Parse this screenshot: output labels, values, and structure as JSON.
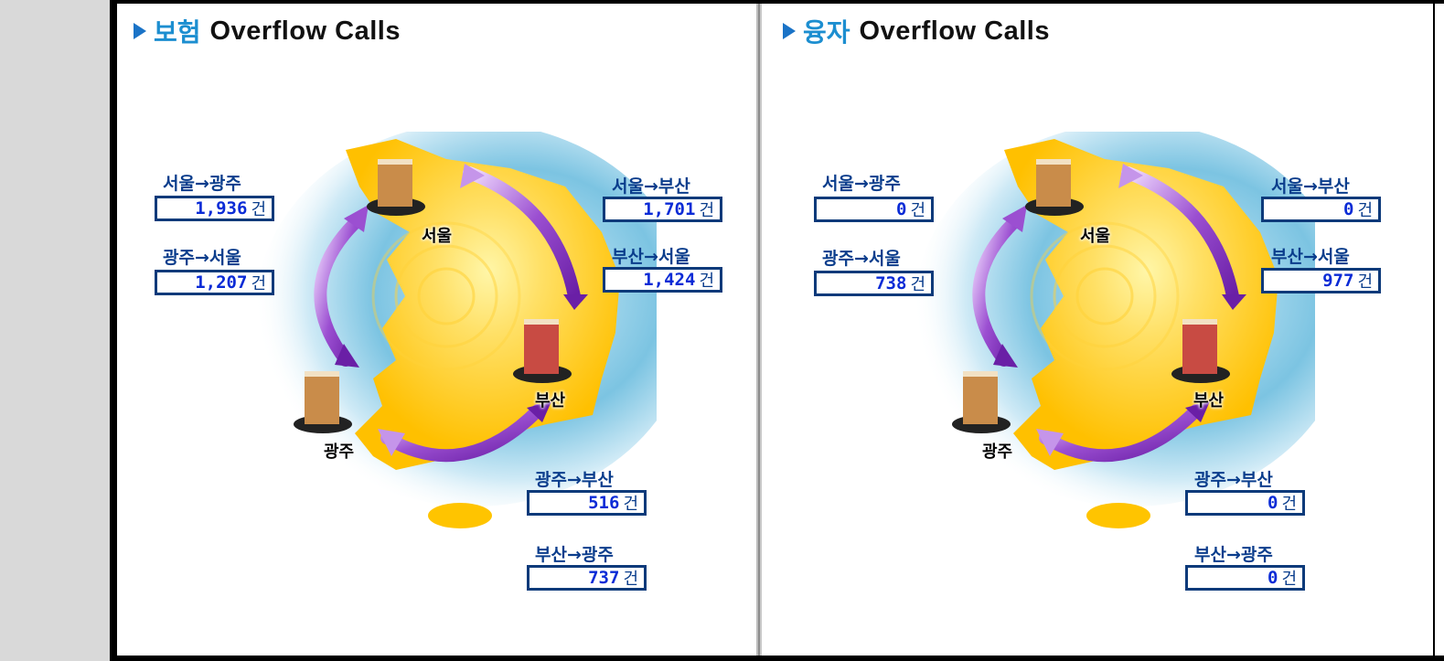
{
  "panels": [
    {
      "title_ko": "보험",
      "title_en": "Overflow Calls",
      "unit": "건",
      "cities": {
        "seoul": "서울",
        "busan": "부산",
        "gwangju": "광주"
      },
      "routes": {
        "seoul_gwangju": {
          "label": "서울→광주",
          "value": "1,936"
        },
        "gwangju_seoul": {
          "label": "광주→서울",
          "value": "1,207"
        },
        "seoul_busan": {
          "label": "서울→부산",
          "value": "1,701"
        },
        "busan_seoul": {
          "label": "부산→서울",
          "value": "1,424"
        },
        "gwangju_busan": {
          "label": "광주→부산",
          "value": "516"
        },
        "busan_gwangju": {
          "label": "부산→광주",
          "value": "737"
        }
      }
    },
    {
      "title_ko": "융자",
      "title_en": "Overflow Calls",
      "unit": "건",
      "cities": {
        "seoul": "서울",
        "busan": "부산",
        "gwangju": "광주"
      },
      "routes": {
        "seoul_gwangju": {
          "label": "서울→광주",
          "value": "0"
        },
        "gwangju_seoul": {
          "label": "광주→서울",
          "value": "738"
        },
        "seoul_busan": {
          "label": "서울→부산",
          "value": "0"
        },
        "busan_seoul": {
          "label": "부산→서울",
          "value": "977"
        },
        "gwangju_busan": {
          "label": "광주→부산",
          "value": "0"
        },
        "busan_gwangju": {
          "label": "부산→광주",
          "value": "0"
        }
      }
    }
  ],
  "colors": {
    "title_accent": "#1c8ed0",
    "label_text": "#0a3d8c",
    "value_text": "#0a2bd6",
    "box_border": "#0c3a7a",
    "arrow": "#8a3fc2",
    "map_land": "#ffc400",
    "map_sea": "#5fb3d6"
  }
}
